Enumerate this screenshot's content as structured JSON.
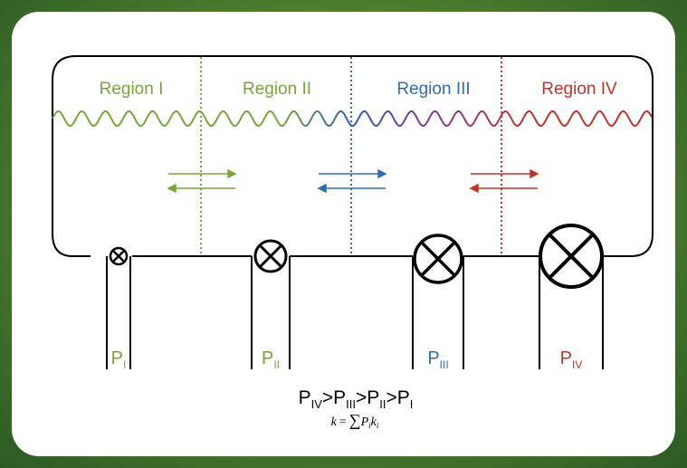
{
  "regions": [
    {
      "label": "Region I",
      "color": "#7aa33a"
    },
    {
      "label": "Region II",
      "color": "#7aa33a"
    },
    {
      "label": "Region III",
      "color": "#2f6db0"
    },
    {
      "label": "Region IV",
      "color": "#c0332b"
    }
  ],
  "pipes": [
    {
      "base": "P",
      "sub": "I",
      "color": "#7aa33a"
    },
    {
      "base": "P",
      "sub": "II",
      "color": "#7aa33a"
    },
    {
      "base": "P",
      "sub": "III",
      "color": "#2f6db0"
    },
    {
      "base": "P",
      "sub": "IV",
      "color": "#c0332b"
    }
  ],
  "inequality": {
    "terms": [
      {
        "base": "P",
        "sub": "IV"
      },
      {
        "base": "P",
        "sub": "III"
      },
      {
        "base": "P",
        "sub": "II"
      },
      {
        "base": "P",
        "sub": "I"
      }
    ],
    "sep": ">"
  },
  "formula": {
    "lhs": "k",
    "eq": "=",
    "sum": "∑",
    "p": "P",
    "i1": "i",
    "k": "k",
    "i2": "i"
  }
}
